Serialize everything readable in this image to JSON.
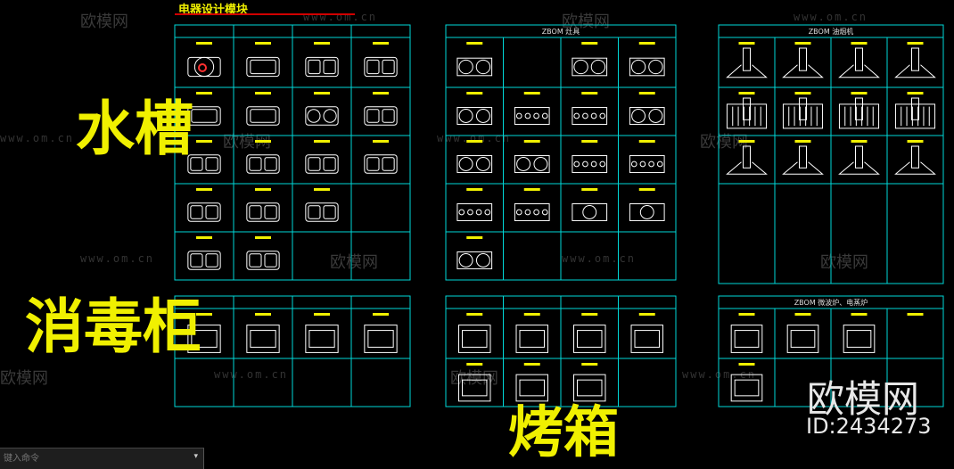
{
  "header": {
    "title": "电器设计模块"
  },
  "labels": {
    "sink": "水槽",
    "disinfection": "消毒柜",
    "oven": "烤箱"
  },
  "panels": {
    "cooktops": {
      "title": "ZBOM 灶具"
    },
    "hoods": {
      "title": "ZBOM 油烟机"
    },
    "microwave": {
      "title": "ZBOM 微波炉、电蒸炉"
    }
  },
  "watermark": {
    "brand": "欧模网",
    "url": "www.om.cn",
    "id": "ID:2434273"
  },
  "command_line": {
    "placeholder": "键入命令"
  },
  "colors": {
    "grid": "#00d8d8",
    "accent": "#f0f000",
    "drawing": "#ffffff",
    "header_rule": "#e00000",
    "background": "#000000"
  }
}
